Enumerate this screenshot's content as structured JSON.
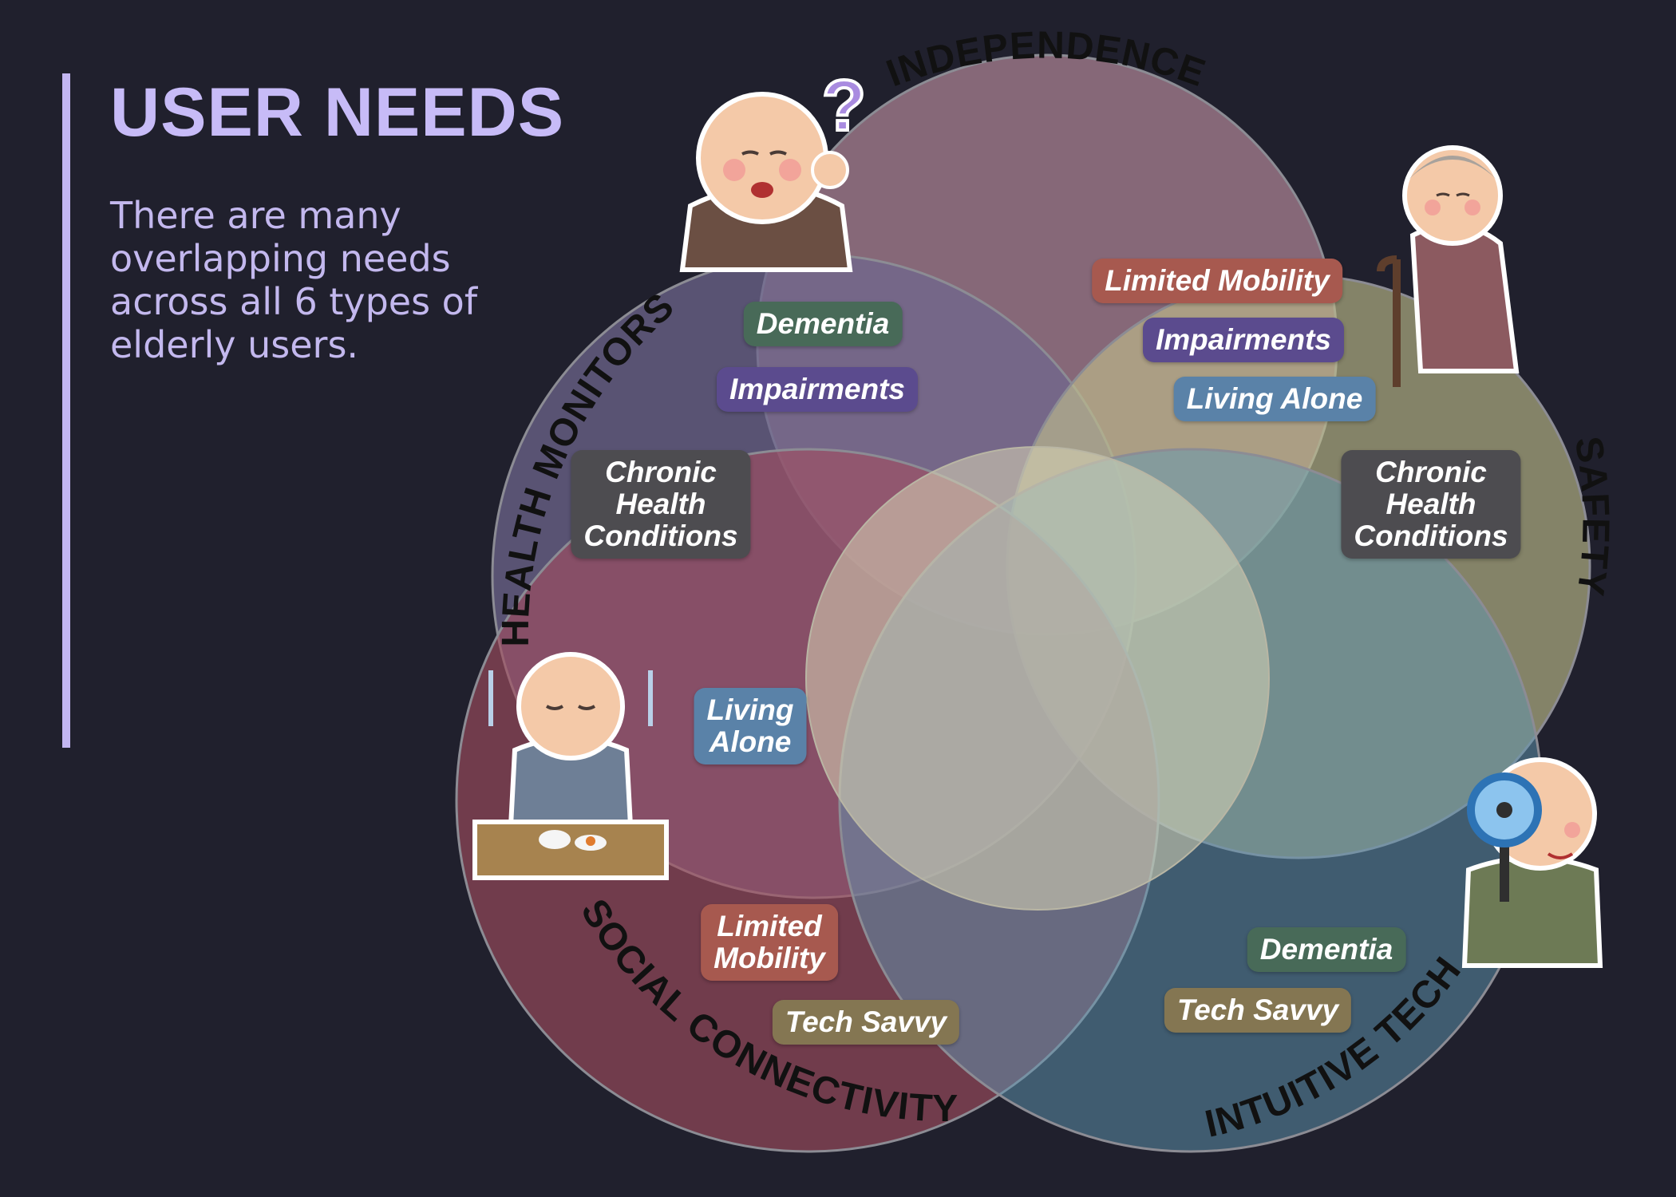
{
  "header": {
    "title": "USER NEEDS",
    "subtitle": "There are many overlapping needs across all 6 types of elderly users."
  },
  "circles": {
    "independence": {
      "label": "INDEPENDENCE",
      "color": "#a37c8d"
    },
    "safety": {
      "label": "SAFETY",
      "color": "#c2c08c"
    },
    "health_monitors": {
      "label": "HEALTH MONITORS",
      "color": "#6f668f"
    },
    "social_connectivity": {
      "label": "SOCIAL CONNECTIVITY",
      "color": "#a34e60"
    },
    "intuitive_tech": {
      "label": "INTUITIVE TECH",
      "color": "#5f98b4"
    },
    "center": {
      "color": "#d9d6b7"
    }
  },
  "tags": {
    "independence": {
      "limited_mobility": "Limited Mobility",
      "impairments": "Impairments",
      "living_alone": "Living Alone"
    },
    "health_monitors": {
      "dementia": "Dementia",
      "impairments": "Impairments",
      "chronic_health": "Chronic\nHealth\nConditions"
    },
    "safety": {
      "chronic_health": "Chronic\nHealth\nConditions"
    },
    "social_connectivity": {
      "living_alone": "Living\nAlone",
      "limited_mobility": "Limited\nMobility",
      "tech_savvy": "Tech Savvy"
    },
    "intuitive_tech": {
      "dementia": "Dementia",
      "tech_savvy": "Tech Savvy"
    }
  },
  "tag_colors": {
    "dementia": "#486a58",
    "impairments": "#5b4b8e",
    "chronic_health": "#4d4c50",
    "living_alone": "#5a82a8",
    "limited_mobility": "#a7594f",
    "tech_savvy": "#847652"
  },
  "illustrations": [
    {
      "name": "elderly-man-hearing-icon"
    },
    {
      "name": "elderly-woman-cane-icon"
    },
    {
      "name": "elderly-man-eating-alone-icon"
    },
    {
      "name": "elderly-man-magnifier-icon"
    }
  ]
}
